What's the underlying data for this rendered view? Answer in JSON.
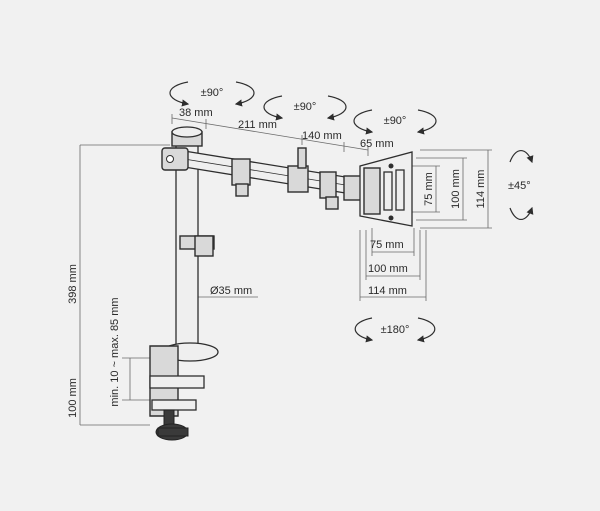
{
  "dimensions": {
    "seg1": "38 mm",
    "seg2": "211 mm",
    "seg3": "140 mm",
    "seg4": "65 mm",
    "height": "398 mm",
    "clamp_height": "100 mm",
    "clamp_range": "min. 10 ~ max. 85 mm",
    "pole_diameter": "Ø35 mm",
    "vesa_w_75": "75 mm",
    "vesa_w_100": "100 mm",
    "vesa_w_114": "114 mm",
    "vesa_h_75": "75 mm",
    "vesa_h_100": "100 mm",
    "vesa_h_114": "114 mm"
  },
  "rotations": {
    "pole": "±90°",
    "elbow": "±90°",
    "head": "±90°",
    "tilt": "±45°",
    "screen": "±180°"
  }
}
